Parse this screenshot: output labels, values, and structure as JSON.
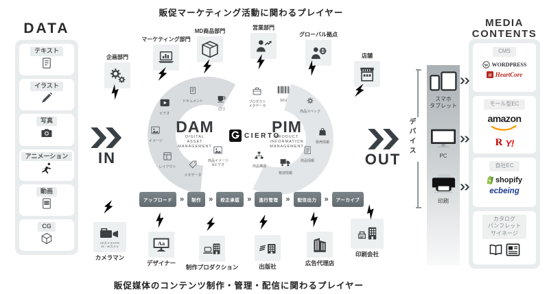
{
  "titles": {
    "top": "販促マーケティング活動に関わるプレイヤー",
    "bottom": "販促媒体のコンテンツ制作・管理・配信に関わるプレイヤー"
  },
  "data_panel": {
    "heading": "DATA",
    "items": [
      {
        "label": "テキスト",
        "icon": "doc-text"
      },
      {
        "label": "イラスト",
        "icon": "pen"
      },
      {
        "label": "写真",
        "icon": "camera"
      },
      {
        "label": "アニメーション",
        "icon": "runner"
      },
      {
        "label": "動画",
        "icon": "video-file"
      },
      {
        "label": "CG",
        "icon": "cube"
      }
    ]
  },
  "flow": {
    "in": "IN",
    "out": "OUT"
  },
  "top_players": [
    {
      "label": "企画部門",
      "icon": "gears"
    },
    {
      "label": "マーケティング部門",
      "icon": "laptop-chart"
    },
    {
      "label": "MD商品部門",
      "icon": "package"
    },
    {
      "label": "営業部門",
      "icon": "person-chart"
    },
    {
      "label": "グローバル拠点",
      "icon": "person-globe"
    },
    {
      "label": "店舗",
      "icon": "store"
    }
  ],
  "center": {
    "dam": {
      "title": "DAM",
      "subtitle": "DIGITAL\nASSET\nMANAGEMENT"
    },
    "pim": {
      "title": "PIM",
      "subtitle": "PRODUCT\nINFORMATION\nMANAGEMENT"
    },
    "brand": "CIERTO",
    "dam_items": [
      {
        "label": "ビデオ",
        "icon": "video-player"
      },
      {
        "label": "ドキュメント",
        "icon": "doc-text"
      },
      {
        "label": "ロゴ",
        "icon": "cup"
      },
      {
        "label": "イメージ",
        "icon": "image"
      },
      {
        "label": "レイアウト",
        "icon": "layout"
      },
      {
        "label": "メタデータ",
        "icon": "tag"
      },
      {
        "label": "商品イメージ\n&ビデオ",
        "icon": "image"
      }
    ],
    "pim_items": [
      {
        "label": "プロダクト\nメタデータ",
        "icon": "pkg-meta"
      },
      {
        "label": "SKU",
        "icon": "barcode"
      },
      {
        "label": "商品スペック",
        "icon": "gear"
      },
      {
        "label": "販売情報",
        "icon": "bag"
      },
      {
        "label": "商品情報",
        "icon": "doc-lines"
      },
      {
        "label": "物流情報",
        "icon": "truck"
      },
      {
        "label": "商品構成",
        "icon": "sitemap"
      }
    ]
  },
  "workflow": {
    "steps": [
      "アップロード",
      "制作",
      "校正承認",
      "進行管理",
      "配信出力",
      "アーカイブ"
    ],
    "separator": "»"
  },
  "bottom_players": [
    {
      "label": "カメラマン",
      "icon": "camcorder",
      "note": "HDカメラ/VTR/\n2K・4Kカメラ"
    },
    {
      "label": "デザイナー",
      "icon": "monitor-aa"
    },
    {
      "label": "制作プロダクション",
      "icon": "laptop-building"
    },
    {
      "label": "出版社",
      "icon": "books-building"
    },
    {
      "label": "広告代理店",
      "icon": "building"
    },
    {
      "label": "印刷会社",
      "icon": "printer-building"
    }
  ],
  "devices": {
    "bracket_label": "デバイス",
    "items": [
      {
        "label": "スマホ\nタブレット",
        "icon": "phone-tablet"
      },
      {
        "label": "PC",
        "icon": "monitor"
      },
      {
        "label": "印刷",
        "icon": "printer"
      }
    ]
  },
  "media": {
    "heading": "MEDIA\nCONTENTS",
    "cards": [
      {
        "label": "CMS",
        "logos": [
          {
            "name": "wordpress",
            "text": "WORDPRESS"
          },
          {
            "name": "heartcore",
            "text": "HeartCore"
          }
        ]
      },
      {
        "label": "モール型EC",
        "logos": [
          {
            "name": "amazon",
            "text": "amazon"
          },
          {
            "name": "rakuten",
            "text": "R"
          },
          {
            "name": "yahoo",
            "text": "Y!"
          }
        ]
      },
      {
        "label": "自社EC",
        "logos": [
          {
            "name": "shopify",
            "text": "shopify"
          },
          {
            "name": "ecbeing",
            "text": "ecbeing"
          }
        ]
      },
      {
        "label": "カタログ\nパンフレット\nサイネージ",
        "logos": [
          {
            "name": "book-open",
            "text": ""
          },
          {
            "name": "signage",
            "text": ""
          }
        ]
      }
    ]
  },
  "colors": {
    "amazon_orange": "#ff9900",
    "rakuten_red": "#bf0000",
    "yahoo_red": "#e0161b",
    "heartcore_red": "#b5271d",
    "shopify_green": "#95bf47",
    "ecbeing_blue": "#1d3d91",
    "workflow_button": "#6d787c",
    "icon_box_bg": "#edf0f1",
    "arc_left": "#d8dcde",
    "arc_right": "#e3e6e8"
  }
}
